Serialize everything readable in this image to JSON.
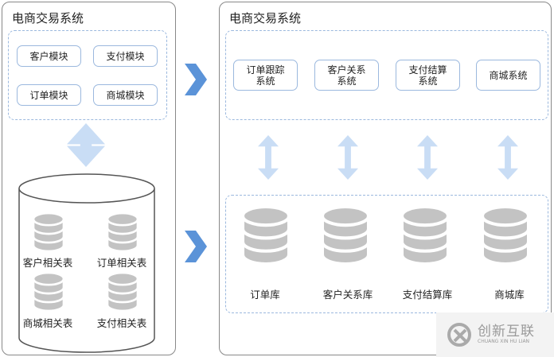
{
  "left": {
    "title": "电商交易系统",
    "modules": [
      "客户模块",
      "支付模块",
      "订单模块",
      "商城模块"
    ],
    "tables": [
      "客户相关表",
      "订单相关表",
      "商城相关表",
      "支付相关表"
    ]
  },
  "right": {
    "title": "电商交易系统",
    "systems": [
      "订单跟踪\n系统",
      "客户关系\n系统",
      "支付结算\n系统",
      "商城系统"
    ],
    "databases": [
      "订单库",
      "客户关系库",
      "支付结算库",
      "商城库"
    ]
  },
  "watermark": {
    "cn": "创新互联",
    "en": "CHUANG XIN HU LIAN"
  },
  "colors": {
    "chevron": "#5b93d8",
    "arrow": "#c9ddf5",
    "db": "#c3c3c3",
    "border": "#9bb8de"
  }
}
